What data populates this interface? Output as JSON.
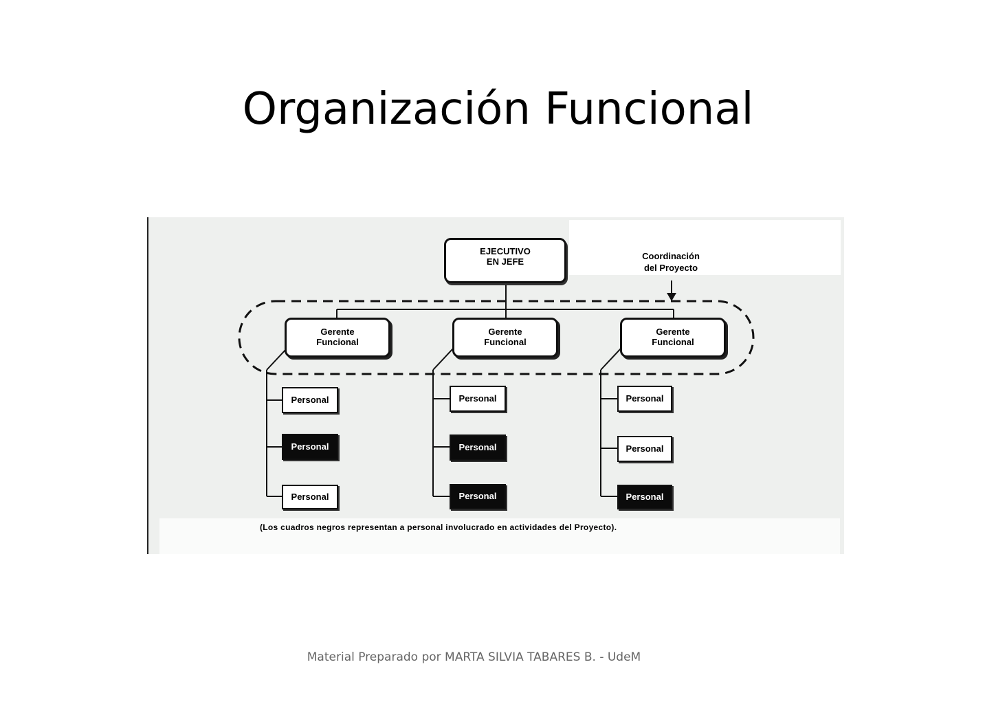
{
  "slide": {
    "title": "Organización Funcional",
    "footer": "Material Preparado por MARTA SILVIA TABARES B. -  UdeM"
  },
  "diagram": {
    "executive": "EJECUTIVO\nEN JEFE",
    "coordination_label": "Coordinación\ndel Proyecto",
    "departments": [
      {
        "manager": "Gerente\nFuncional",
        "staff": [
          {
            "label": "Personal",
            "involved": false
          },
          {
            "label": "Personal",
            "involved": true
          },
          {
            "label": "Personal",
            "involved": false
          }
        ]
      },
      {
        "manager": "Gerente\nFuncional",
        "staff": [
          {
            "label": "Personal",
            "involved": false
          },
          {
            "label": "Personal",
            "involved": true
          },
          {
            "label": "Personal",
            "involved": true
          }
        ]
      },
      {
        "manager": "Gerente\nFuncional",
        "staff": [
          {
            "label": "Personal",
            "involved": false
          },
          {
            "label": "Personal",
            "involved": false
          },
          {
            "label": "Personal",
            "involved": true
          }
        ]
      }
    ],
    "caption": "(Los cuadros negros representan a personal involucrado en actividades del Proyecto).",
    "colors": {
      "panel_background": "#eef0ee",
      "involved_fill": "#0b0b0b",
      "line": "#111111"
    }
  }
}
